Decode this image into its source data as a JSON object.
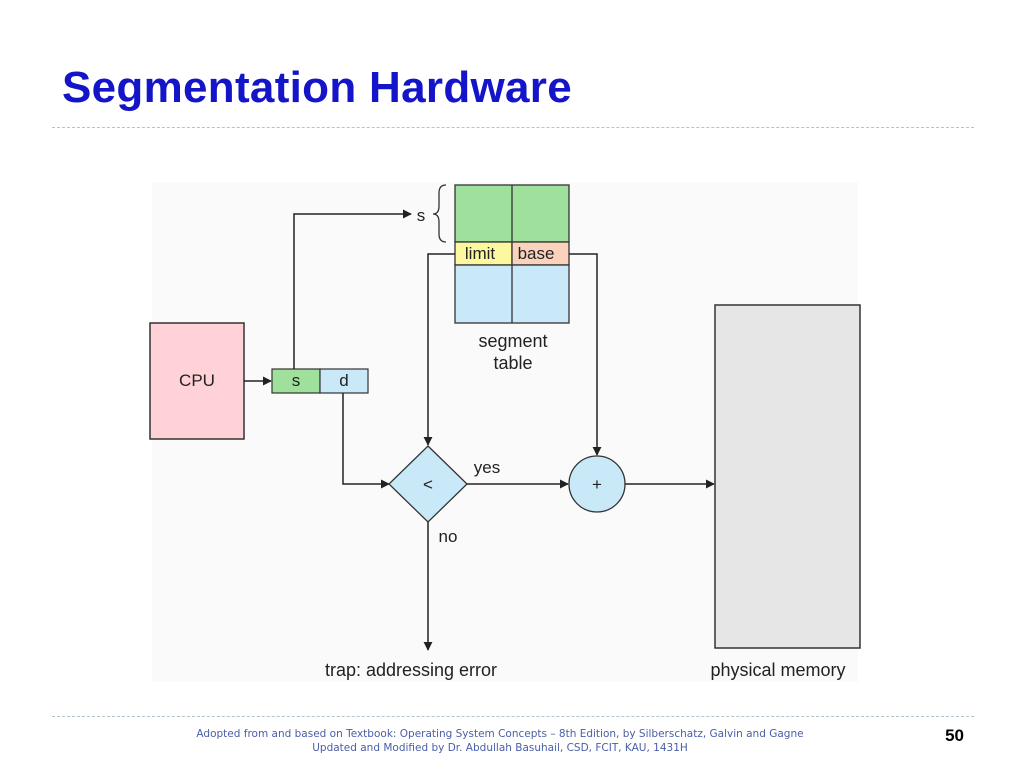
{
  "slide": {
    "title": "Segmentation Hardware",
    "number": "50"
  },
  "footer": {
    "line1": "Adopted from and based on Textbook: Operating System Concepts – 8th Edition, by Silberschatz, Galvin and Gagne",
    "line2": "Updated and Modified by Dr. Abdullah Basuhail, CSD, FCIT, KAU, 1431H"
  },
  "diagram": {
    "cpu_label": "CPU",
    "address_s": "s",
    "address_d": "d",
    "table_index_label": "s",
    "limit_label": "limit",
    "base_label": "base",
    "segment_table_line1": "segment",
    "segment_table_line2": "table",
    "compare_op": "<",
    "add_op": "+",
    "yes_label": "yes",
    "no_label": "no",
    "trap_label": "trap: addressing error",
    "memory_label": "physical memory"
  },
  "colors": {
    "title": "#1414c8",
    "cpu_fill": "#ffd2d7",
    "s_fill": "#9fe09c",
    "d_fill": "#c9e9f9",
    "limit_fill": "#fdf7a0",
    "base_fill": "#fbd3bd",
    "table_top_fill": "#9fe09c",
    "table_bottom_fill": "#c9e9f9",
    "memory_fill": "#e6e6e6",
    "diagram_bg": "#fafafa"
  }
}
